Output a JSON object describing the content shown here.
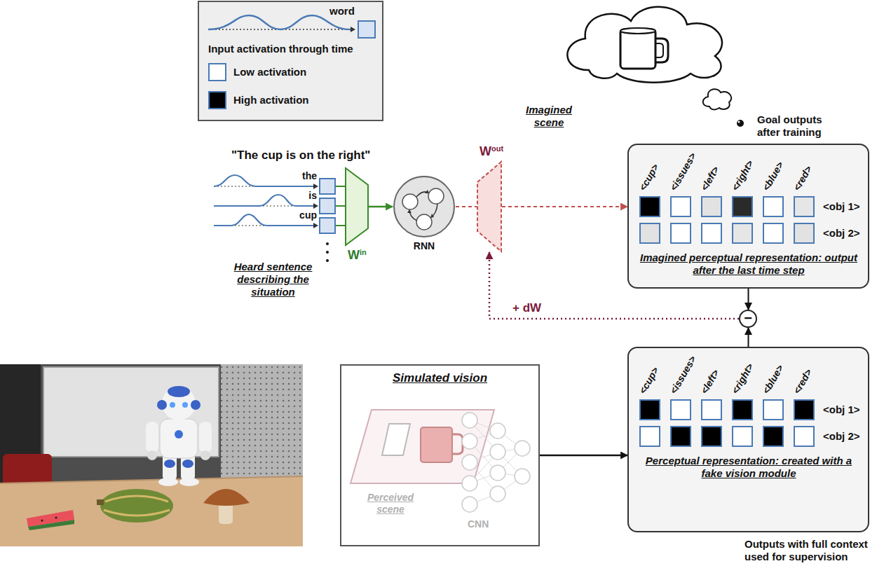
{
  "diagram": {
    "nodes": [
      {
        "text": [
          "the"
        ]
      },
      {
        "text": [
          "is"
        ]
      },
      {
        "text": [
          "cup"
        ]
      },
      {
        "text": [
          "W",
          "in"
        ]
      },
      {
        "text": [
          "RNN"
        ]
      },
      {
        "text": [
          "W",
          "out"
        ]
      },
      {
        "text": [
          "<cup>",
          "<issues>",
          "<left>",
          "<right>",
          "<blue>",
          "<red>",
          "<obj 1>",
          "<obj 2>",
          "Imagined perceptual representation: output after the last time step"
        ]
      },
      {
        "text": [
          "−"
        ]
      },
      {
        "text": [
          "Simulated vision",
          "Perceived scene",
          "CNN"
        ]
      },
      {
        "text": [
          "<cup>",
          "<issues>",
          "<left>",
          "<right>",
          "<blue>",
          "<red>",
          "<obj 1>",
          "<obj 2>",
          "Perceptual representation: created with a fake vision module"
        ]
      }
    ],
    "edges": [
      {
        "from": 0,
        "to": 3,
        "arrow": "none"
      },
      {
        "from": 1,
        "to": 3,
        "arrow": "none"
      },
      {
        "from": 2,
        "to": 3,
        "arrow": "none"
      },
      {
        "from": 3,
        "to": 4,
        "arrow": "to"
      },
      {
        "from": 4,
        "to": 5,
        "arrow": "none"
      },
      {
        "from": 5,
        "to": 6,
        "arrow": "to"
      },
      {
        "from": 6,
        "to": 7,
        "arrow": "to"
      },
      {
        "from": 9,
        "to": 7,
        "arrow": "to"
      },
      {
        "from": 7,
        "to": 5,
        "arrow": "to",
        "label": "+ dW"
      },
      {
        "from": 8,
        "to": 9,
        "arrow": "to"
      }
    ],
    "labels": [
      "word",
      "\"The cup is on the right\"",
      "Heard sentence describing the situation",
      "Imagined scene",
      "Goal outputs after training",
      "Outputs with full context used for supervision"
    ],
    "legend": [
      {
        "text": "Input activation through time"
      },
      {
        "text": "Low activation",
        "color": "#ffffff"
      },
      {
        "text": "High activation",
        "color": "#000000"
      }
    ]
  }
}
